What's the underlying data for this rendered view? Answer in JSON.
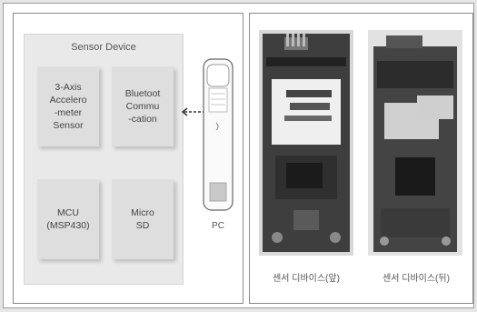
{
  "diagram": {
    "device_title": "Sensor Device",
    "blocks": [
      {
        "label": "3-Axis\nAccelero\n-meter\nSensor"
      },
      {
        "label": "Bluetoot\nCommu\n-cation"
      },
      {
        "label": "MCU\n(MSP430)"
      },
      {
        "label": "Micro\nSD"
      }
    ],
    "pc_label": "PC"
  },
  "photos": {
    "front_caption": "센서 디바이스(앞)",
    "back_caption": "센서 디바이스(뒤)"
  }
}
